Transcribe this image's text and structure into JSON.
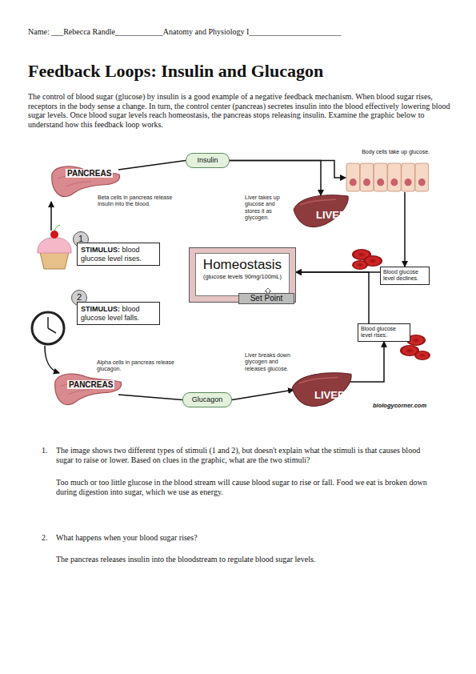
{
  "diagram": {
    "title": "Feedback Loops: Insulin and Glucagon",
    "nodes": [
      {
        "text": [
          "PANCREAS"
        ]
      },
      {
        "text": [
          "Insulin"
        ]
      },
      {
        "text": [
          "Body cells take up glucose."
        ]
      },
      {
        "text": [
          "1"
        ]
      },
      {
        "text": [
          "STIMULUS:",
          "blood glucose level rises."
        ]
      },
      {
        "text": [
          "LIVER"
        ]
      },
      {
        "text": [
          "Homeostasis",
          "(glucose levels 90mg/100mL)"
        ]
      },
      {
        "text": [
          "Set Point"
        ],
        "in": 6
      },
      {
        "text": [
          "Blood glucose level declines."
        ]
      },
      {
        "text": [
          "2"
        ]
      },
      {
        "text": [
          "STIMULUS:",
          "blood glucose level falls."
        ]
      },
      {
        "text": [
          "Blood glucose level rises."
        ]
      },
      {
        "text": [
          "PANCREAS"
        ]
      },
      {
        "text": [
          "Glucagon"
        ]
      },
      {
        "text": [
          "LIVER"
        ]
      }
    ],
    "edges": [
      {
        "from": 0,
        "to": 1,
        "arrow": "none"
      },
      {
        "from": 1,
        "to": 2,
        "arrow": "to"
      },
      {
        "from": 1,
        "to": 5,
        "arrow": "to"
      },
      {
        "from": 2,
        "to": 8,
        "arrow": "to"
      },
      {
        "from": 8,
        "to": 6,
        "arrow": "to"
      },
      {
        "from": 11,
        "to": 6,
        "arrow": "to"
      },
      {
        "from": 12,
        "to": 13,
        "arrow": "none"
      },
      {
        "from": 13,
        "to": 14,
        "arrow": "to"
      },
      {
        "from": 14,
        "to": 11,
        "arrow": "to"
      }
    ],
    "labels": [
      "Name: ___Rebecca Randle____________Anatomy and Physiology I_______________________",
      "The control of blood sugar (glucose) by insulin is a good example of a negative feedback mechanism. When blood sugar rises, receptors in the body sense a change. In turn, the control center (pancreas) secretes insulin into the blood effectively lowering blood sugar levels. Once blood sugar levels reach homeostasis, the pancreas stops releasing insulin. Examine the graphic below to understand how this feedback loop works.",
      "Beta cells in pancreas release insulin into the blood.",
      "Liver takes up glucose and stores it as glycogen.",
      "Alpha cells in pancreas release glucagon.",
      "Liver breaks down glycogen and releases glucose.",
      "biologycorner.com",
      "1.",
      "The image shows two different types of stimuli (1 and 2), but doesn't explain what the stimuli is that causes blood sugar to raise or lower. Based on clues in the graphic, what are the two stimuli?",
      "Too much or too little glucose in the blood stream will cause blood sugar to rise or fall. Food we eat is broken down during digestion into sugar, which we use as energy.",
      "2.",
      "What happens when your blood sugar rises?",
      "The pancreas releases insulin into the bloodstream to regulate blood sugar levels."
    ]
  }
}
